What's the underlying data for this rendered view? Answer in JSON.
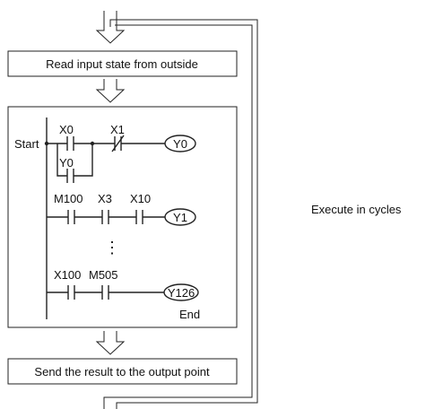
{
  "read_input_label": "Read input state from outside",
  "send_result_label": "Send the result to the output point",
  "cycle_label": "Execute in cycles",
  "ladder": {
    "start_label": "Start",
    "end_label": "End",
    "rung1": {
      "contact1": "X0",
      "contact2": "X1",
      "coil": "Y0",
      "parallel_contact": "Y0"
    },
    "rung2": {
      "contact1": "M100",
      "contact2": "X3",
      "contact3": "X10",
      "coil": "Y1"
    },
    "rung3": {
      "contact1": "X100",
      "contact2": "M505",
      "coil": "Y126"
    },
    "ellipsis": "⋮"
  }
}
